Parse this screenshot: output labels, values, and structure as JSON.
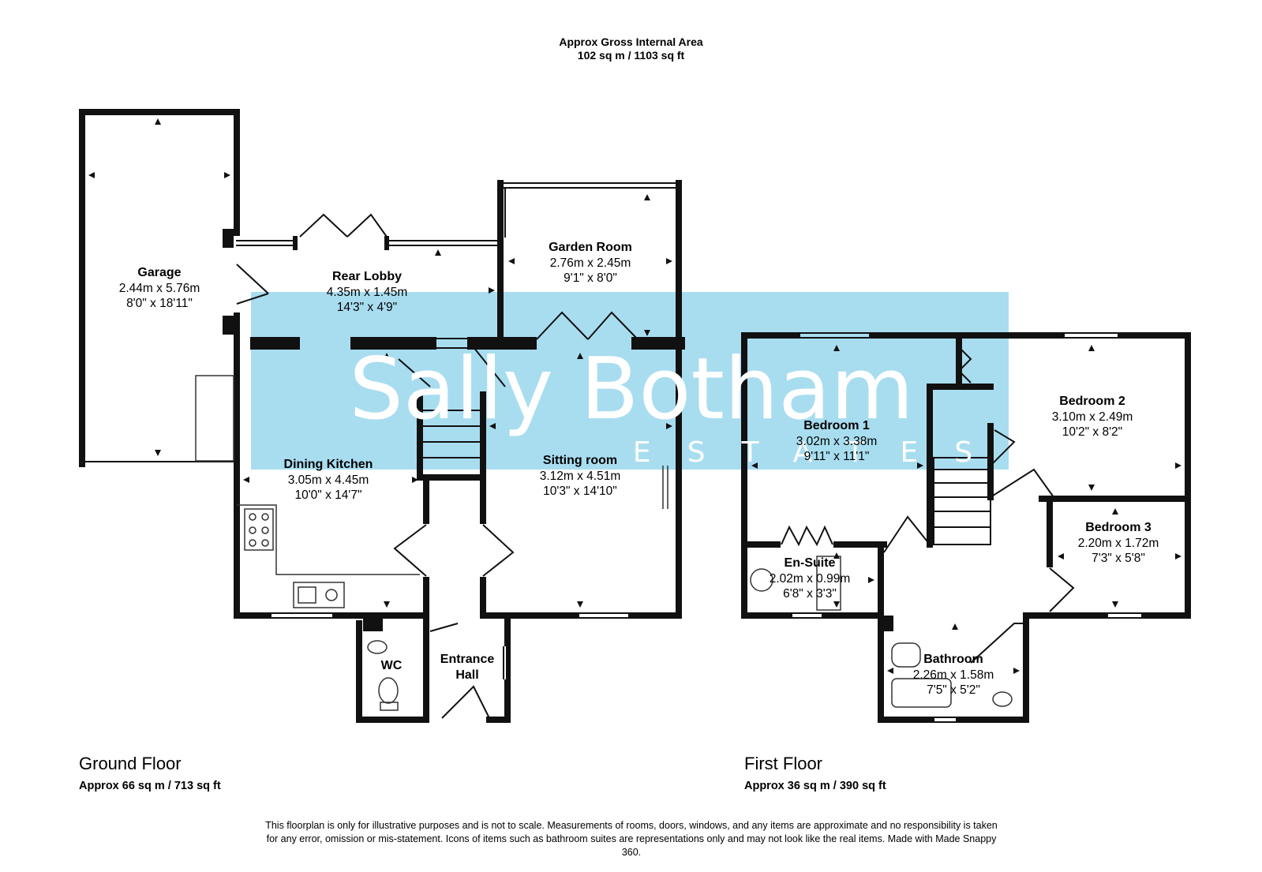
{
  "header": {
    "line1": "Approx Gross Internal Area",
    "line2": "102 sq m / 1103 sq ft"
  },
  "watermark": {
    "brand": "Sally Botham",
    "subtitle": "ESTATES",
    "color": "#a8ddf0"
  },
  "ground_floor": {
    "title": "Ground Floor",
    "area": "Approx 66 sq m / 713 sq ft",
    "rooms": {
      "garage": {
        "name": "Garage",
        "metric": "2.44m x 5.76m",
        "imperial": "8'0\" x 18'11\""
      },
      "rear_lobby": {
        "name": "Rear Lobby",
        "metric": "4.35m x 1.45m",
        "imperial": "14'3\" x 4'9\""
      },
      "garden_room": {
        "name": "Garden Room",
        "metric": "2.76m x 2.45m",
        "imperial": "9'1\" x 8'0\""
      },
      "dining_kitchen": {
        "name": "Dining Kitchen",
        "metric": "3.05m x 4.45m",
        "imperial": "10'0\" x 14'7\""
      },
      "sitting_room": {
        "name": "Sitting room",
        "metric": "3.12m x 4.51m",
        "imperial": "10'3\" x 14'10\""
      },
      "wc": {
        "name": "WC"
      },
      "entrance_hall": {
        "name_line1": "Entrance",
        "name_line2": "Hall"
      }
    }
  },
  "first_floor": {
    "title": "First Floor",
    "area": "Approx 36 sq m / 390 sq ft",
    "rooms": {
      "bedroom1": {
        "name": "Bedroom 1",
        "metric": "3.02m x 3.38m",
        "imperial": "9'11\" x 11'1\""
      },
      "bedroom2": {
        "name": "Bedroom 2",
        "metric": "3.10m x 2.49m",
        "imperial": "10'2\" x 8'2\""
      },
      "bedroom3": {
        "name": "Bedroom 3",
        "metric": "2.20m x 1.72m",
        "imperial": "7'3\" x 5'8\""
      },
      "ensuite": {
        "name": "En-Suite",
        "metric": "2.02m x 0.99m",
        "imperial": "6'8\" x 3'3\""
      },
      "bathroom": {
        "name": "Bathroom",
        "metric": "2.26m x 1.58m",
        "imperial": "7'5\" x 5'2\""
      }
    }
  },
  "disclaimer": "This floorplan is only for illustrative purposes and is not to scale. Measurements of rooms, doors, windows, and any items are approximate and no responsibility is taken for any error, omission or mis-statement. Icons of items such as bathroom suites are representations only and may not look like the real items. Made with Made Snappy 360."
}
